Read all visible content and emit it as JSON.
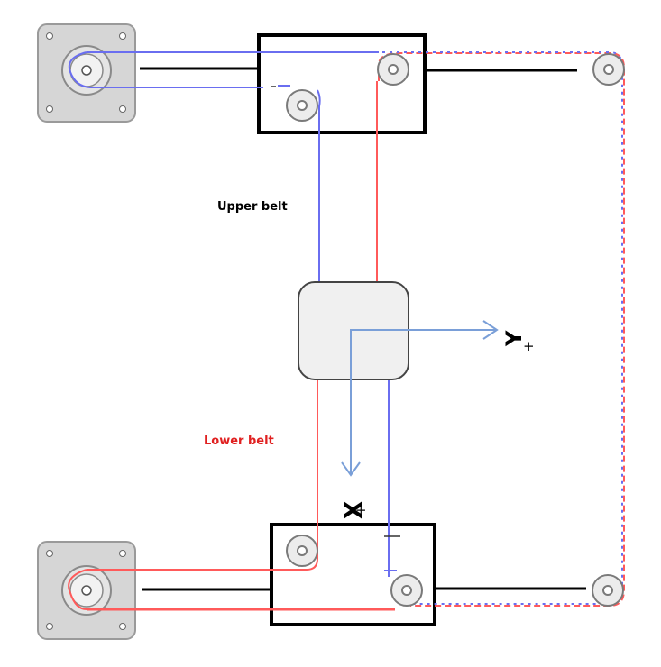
{
  "labels": {
    "upper_belt": "Upper belt",
    "lower_belt": "Lower belt",
    "axis_y": "Y",
    "axis_y_sign": "+",
    "axis_x": "X",
    "axis_x_sign": "+"
  },
  "colors": {
    "upper_belt": "#6a6ef0",
    "lower_belt": "#ff4d4d",
    "lower_belt_label": "#e02020",
    "axis_arrow": "#7a9fd8",
    "motor_body": "#d4d4d4",
    "pulley": "#e8e8e8",
    "carriage": "#f0f0f0",
    "frame": "#000000"
  },
  "icons": {
    "motor_top": "stepper-motor-icon",
    "motor_bottom": "stepper-motor-icon"
  }
}
